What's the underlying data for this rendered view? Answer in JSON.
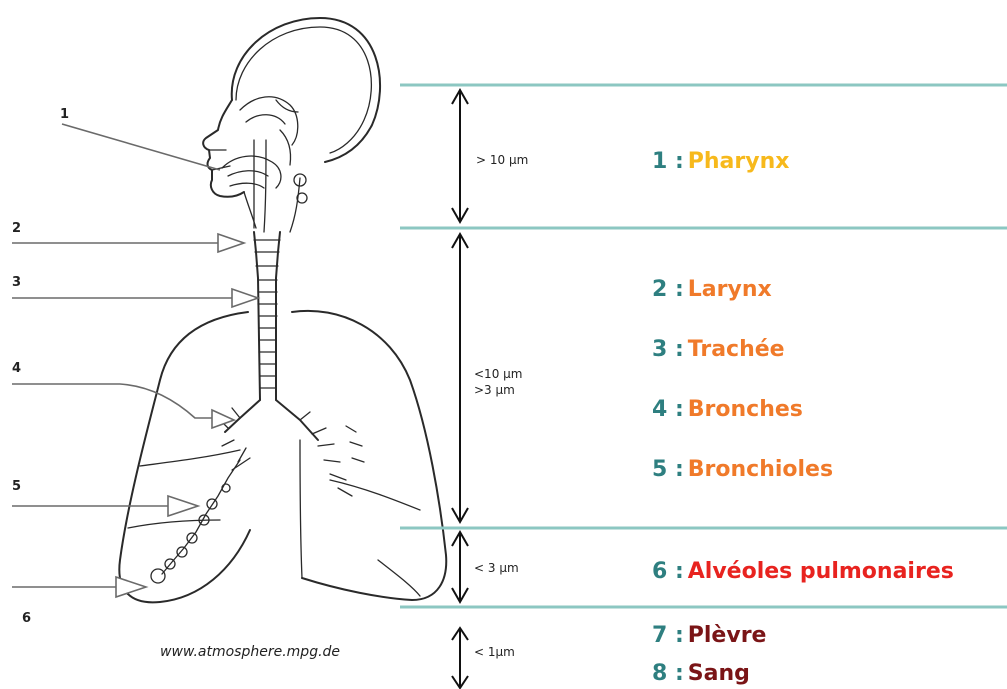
{
  "markers": [
    "1",
    "2",
    "3",
    "4",
    "5",
    "6"
  ],
  "ranges": {
    "r1": "> 10 µm",
    "r2a": "<10 µm",
    "r2b": ">3 µm",
    "r3": "< 3 µm",
    "r4": "< 1µm"
  },
  "legend": [
    {
      "num": "1 :",
      "name": "Pharynx",
      "color": "#f7b91c"
    },
    {
      "num": "2 :",
      "name": "Larynx",
      "color": "#f07a2a"
    },
    {
      "num": "3 :",
      "name": "Trachée",
      "color": "#f07a2a"
    },
    {
      "num": "4 :",
      "name": "Bronches",
      "color": "#f07a2a"
    },
    {
      "num": "5 :",
      "name": "Bronchioles",
      "color": "#f07a2a"
    },
    {
      "num": "6 :",
      "name": "Alvéoles pulmonaires",
      "color": "#e8231f"
    },
    {
      "num": "7 :",
      "name": "Plèvre",
      "color": "#7a1416"
    },
    {
      "num": "8 :",
      "name": "Sang",
      "color": "#7a1416"
    }
  ],
  "source": "www.atmosphere.mpg.de",
  "colors": {
    "separator": "#8cc7c2",
    "number": "#2e7f80"
  }
}
